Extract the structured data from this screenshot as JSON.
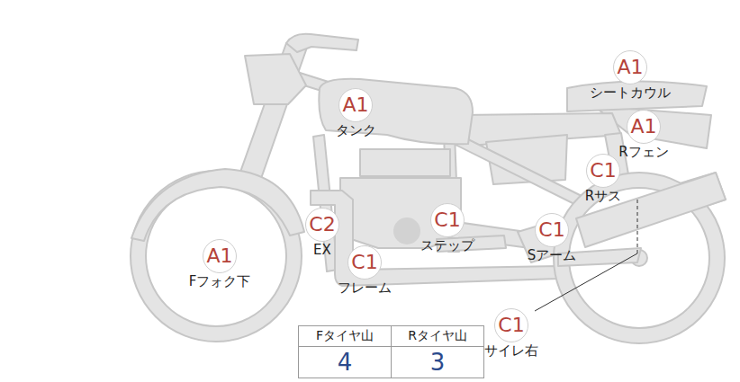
{
  "diagram": {
    "nodes": [
      {
        "text": [
          "A1",
          "シートカウル"
        ]
      },
      {
        "text": [
          "A1",
          "タンク"
        ]
      },
      {
        "text": [
          "A1",
          "Rフェン"
        ]
      },
      {
        "text": [
          "C1",
          "Rサス"
        ]
      },
      {
        "text": [
          "C2",
          "EX"
        ]
      },
      {
        "text": [
          "C1",
          "ステップ"
        ]
      },
      {
        "text": [
          "C1",
          "Sアーム"
        ]
      },
      {
        "text": [
          "A1",
          "Fフォク下"
        ]
      },
      {
        "text": [
          "C1",
          "フレーム"
        ]
      },
      {
        "text": [
          "C1",
          "サイレ右"
        ]
      }
    ],
    "labels": [
      "Fタイヤ山",
      "Rタイヤ山",
      "4",
      "3"
    ]
  }
}
